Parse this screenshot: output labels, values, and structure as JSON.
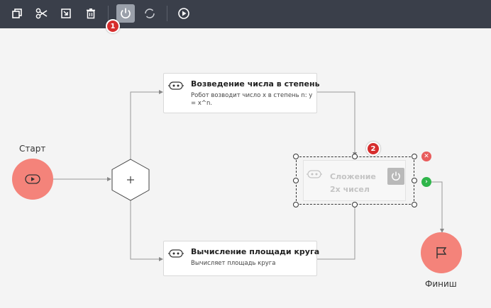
{
  "toolbar": {
    "buttons": [
      "copy-icon",
      "cut-icon",
      "paste-icon",
      "delete-icon",
      "power-icon",
      "refresh-icon",
      "play-icon"
    ],
    "active_button": "power-icon"
  },
  "badges": {
    "toolbar_badge": "1",
    "selection_badge": "2"
  },
  "nodes": {
    "start": {
      "label": "Старт"
    },
    "finish": {
      "label": "Финиш"
    },
    "power_card": {
      "title": "Возведение числа в степень",
      "description": "Робот возводит число x в степень n: y = x^n."
    },
    "area_card": {
      "title": "Вычисление площади круга",
      "description": "Вычисляет площадь круга"
    },
    "sum_card": {
      "title": "Сложение 2х чисел",
      "state": "disabled"
    }
  },
  "colors": {
    "toolbar_bg": "#3a3f4a",
    "node_circle": "#f4837a",
    "badge_red": "#d62d2d",
    "delete_red": "#e85c5c",
    "connect_green": "#2fb54a"
  }
}
